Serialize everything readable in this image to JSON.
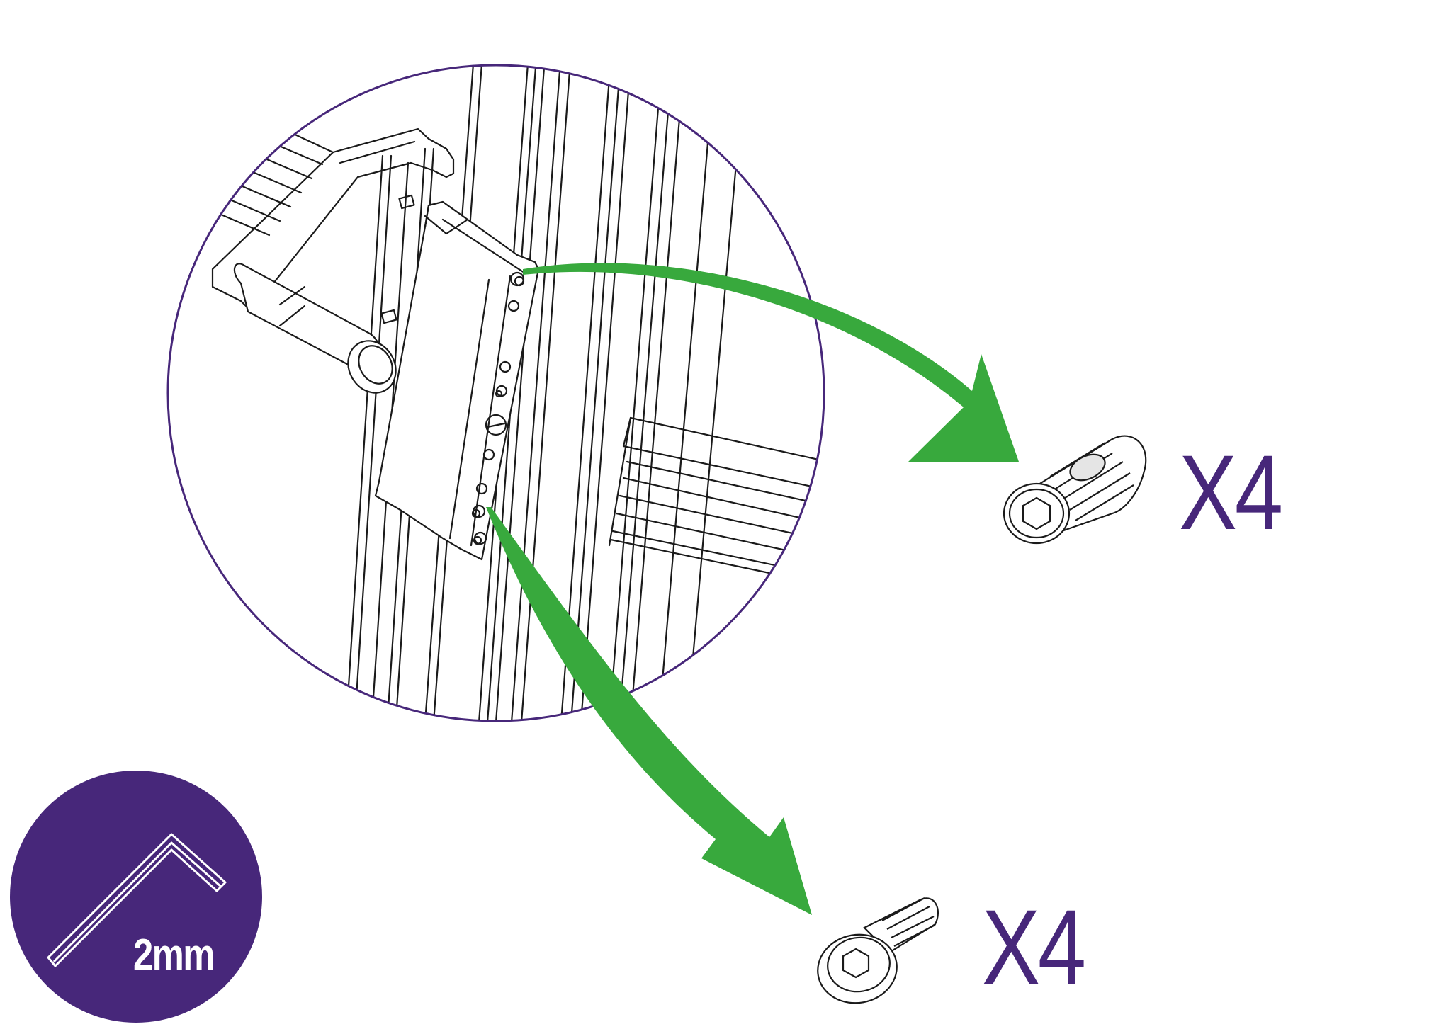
{
  "colors": {
    "accent_purple": "#47277a",
    "arrow_green": "#38a93d",
    "line_black": "#1a1a1a",
    "background": "#ffffff"
  },
  "callouts": [
    {
      "part": "threaded-insert-icon",
      "quantity_label": "X4"
    },
    {
      "part": "countersunk-hex-screw-icon",
      "quantity_label": "X4"
    }
  ],
  "tool_badge": {
    "icon": "hex-key-icon",
    "size_label": "2mm"
  }
}
